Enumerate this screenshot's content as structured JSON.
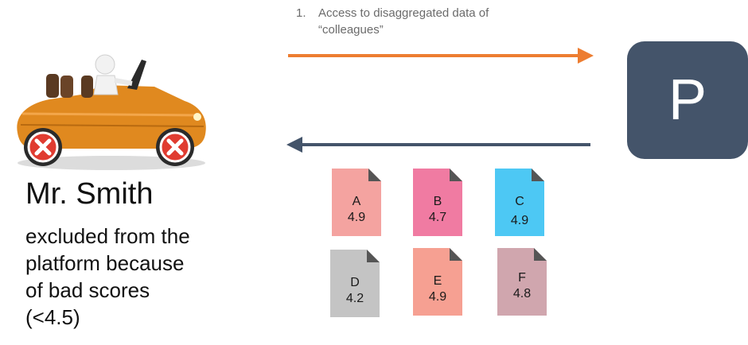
{
  "flow_label": {
    "number": "1.",
    "text": "Access to disaggregated data of\n“colleagues”"
  },
  "platform": {
    "letter": "P"
  },
  "driver": {
    "name": "Mr. Smith",
    "description": "excluded from the\nplatform because\nof bad scores\n(<4.5)"
  },
  "scores": [
    {
      "id": "A",
      "value": "4.9",
      "color": "#f4a3a0"
    },
    {
      "id": "B",
      "value": "4.7",
      "color": "#f07ba2"
    },
    {
      "id": "C",
      "value": "4.9",
      "color": "#4dc8f4"
    },
    {
      "id": "D",
      "value": "4.2",
      "color": "#c4c4c4"
    },
    {
      "id": "E",
      "value": "4.9",
      "color": "#f6a092"
    },
    {
      "id": "F",
      "value": "4.8",
      "color": "#d0a6ae"
    }
  ],
  "colors": {
    "request_arrow": "#ed7d31",
    "response_arrow": "#44546a",
    "platform_box": "#44546a",
    "doc_fold": "#555555",
    "reject_mark": "#e03c31"
  },
  "icons": {
    "car": "convertible-car-icon",
    "reject": "reject-x-icon",
    "document": "document-icon"
  }
}
